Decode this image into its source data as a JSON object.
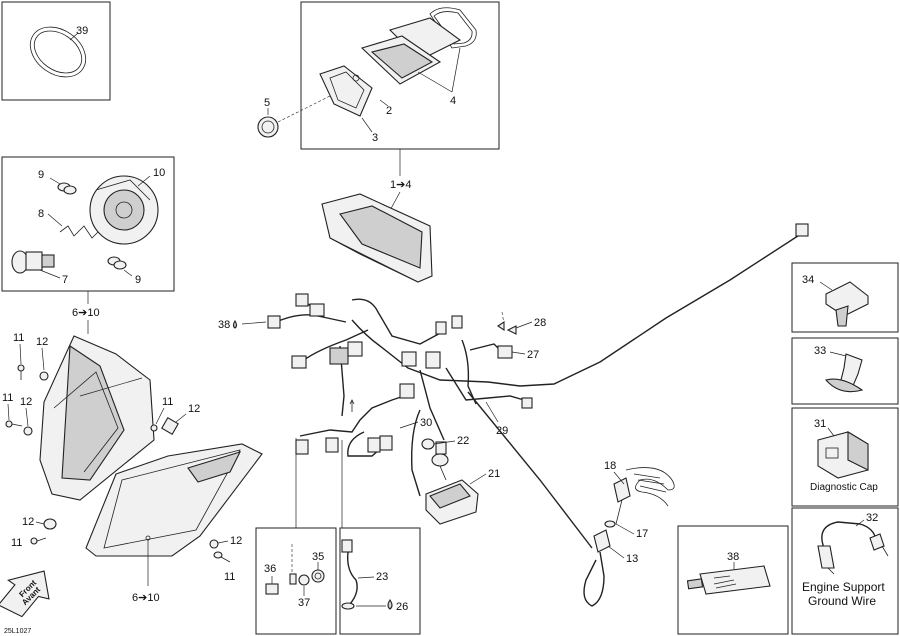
{
  "drawing_code": "25L1027",
  "callouts": {
    "c39": "39",
    "c5": "5",
    "c2": "2",
    "c3": "3",
    "c4": "4",
    "c1to4": "1➔4",
    "c9a": "9",
    "c10": "10",
    "c8": "8",
    "c7": "7",
    "c9b": "9",
    "c6to10a": "6➔10",
    "c11a": "11",
    "c12a": "12",
    "c11b": "11",
    "c12b": "12",
    "c11c": "11",
    "c12c": "12",
    "c12d": "12",
    "c11d": "11",
    "c12e": "12",
    "c11e": "11",
    "c6to10b": "6➔10",
    "c38a": "38",
    "c28": "28",
    "c27": "27",
    "c29": "29",
    "c30": "30",
    "c22": "22",
    "c21": "21",
    "c18": "18",
    "c17": "17",
    "c13": "13",
    "c36": "36",
    "c35": "35",
    "c37": "37",
    "c23": "23",
    "c26": "26",
    "c38b": "38",
    "c34": "34",
    "c33": "33",
    "c31": "31",
    "c32": "32"
  },
  "captions": {
    "diagnostic_cap": "Diagnostic Cap",
    "engine_support_line1": "Engine Support",
    "engine_support_line2": "Ground Wire"
  },
  "front_arrow": {
    "line1": "Front",
    "line2": "Avant"
  },
  "icons": {
    "arrow": "right-arrow-icon",
    "oil_drop": "oil-drop-icon"
  }
}
